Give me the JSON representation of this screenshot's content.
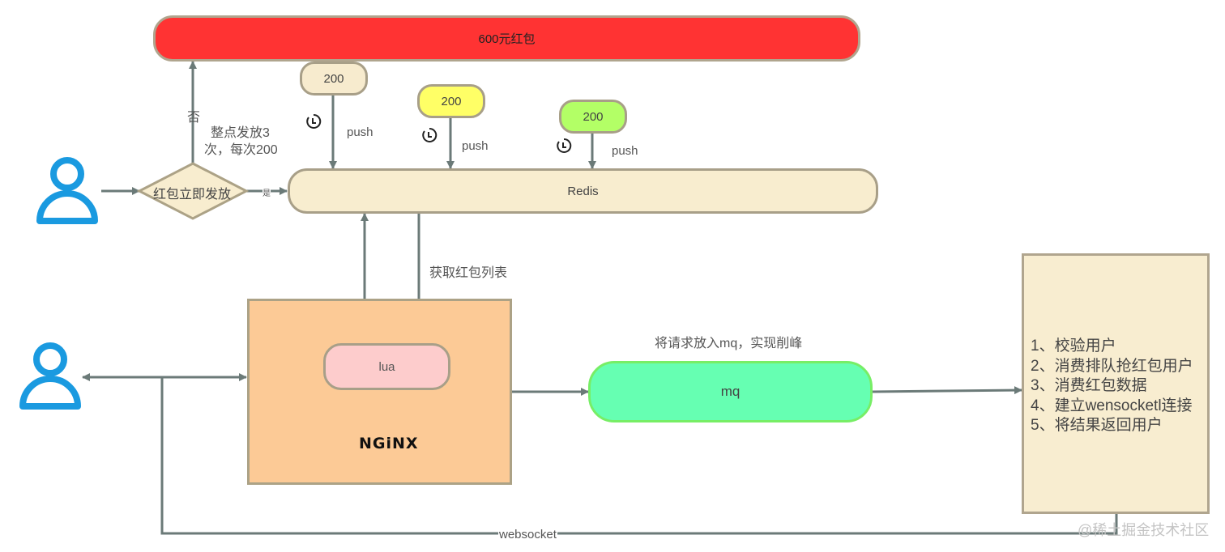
{
  "title_bar": {
    "label": "600元红包",
    "color": "#ff3333"
  },
  "tokens": [
    {
      "label": "200",
      "push_label": "push",
      "color": "#f7ebce"
    },
    {
      "label": "200",
      "push_label": "push",
      "color": "#ffff66"
    },
    {
      "label": "200",
      "push_label": "push",
      "color": "#b3ff66"
    }
  ],
  "decision": {
    "label": "红包立即发放",
    "no_label": "否",
    "yes_label": "是",
    "note": [
      "整点发放3",
      "次，每次200"
    ]
  },
  "redis": {
    "label": "Redis"
  },
  "fetch_label": "获取红包列表",
  "nginx": {
    "logo": "NGiNX",
    "lua_label": "lua"
  },
  "mq": {
    "label": "mq",
    "caption": "将请求放入mq，实现削峰"
  },
  "consumer_steps": [
    "1、校验用户",
    "2、消费排队抢红包用户",
    "3、消费红包数据",
    "4、建立wensocketl连接",
    "5、将结果返回用户"
  ],
  "websocket_label": "websocket",
  "watermark": "@稀土掘金技术社区",
  "icons": {
    "user": "user-icon",
    "timer": "clock-icon"
  }
}
